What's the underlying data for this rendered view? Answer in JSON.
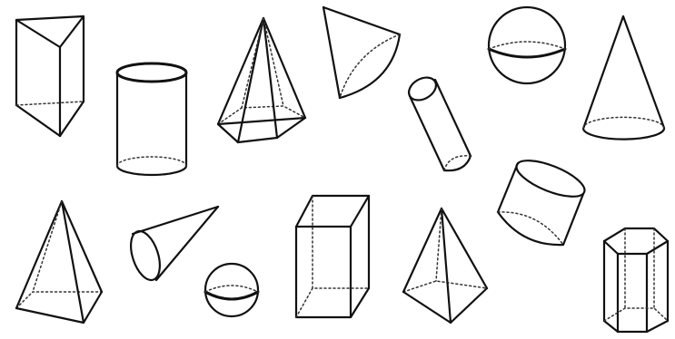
{
  "figure": {
    "background": "#ffffff",
    "stroke_color": "#111111",
    "shapes": [
      {
        "id": "triangular-prism",
        "kind": "triangular prism"
      },
      {
        "id": "cylinder-upright",
        "kind": "cylinder"
      },
      {
        "id": "hexagonal-pyramid",
        "kind": "hexagonal pyramid"
      },
      {
        "id": "cone-tilted-top",
        "kind": "cone"
      },
      {
        "id": "cylinder-tilted-small",
        "kind": "cylinder"
      },
      {
        "id": "sphere-large",
        "kind": "sphere"
      },
      {
        "id": "cone-upright",
        "kind": "cone"
      },
      {
        "id": "square-pyramid",
        "kind": "square pyramid"
      },
      {
        "id": "cone-sideways",
        "kind": "cone"
      },
      {
        "id": "sphere-small",
        "kind": "sphere"
      },
      {
        "id": "rectangular-prism",
        "kind": "rectangular prism"
      },
      {
        "id": "pyramid-tall",
        "kind": "pyramid"
      },
      {
        "id": "cylinder-tilted-wide",
        "kind": "cylinder"
      },
      {
        "id": "hexagonal-prism",
        "kind": "hexagonal prism"
      }
    ]
  }
}
